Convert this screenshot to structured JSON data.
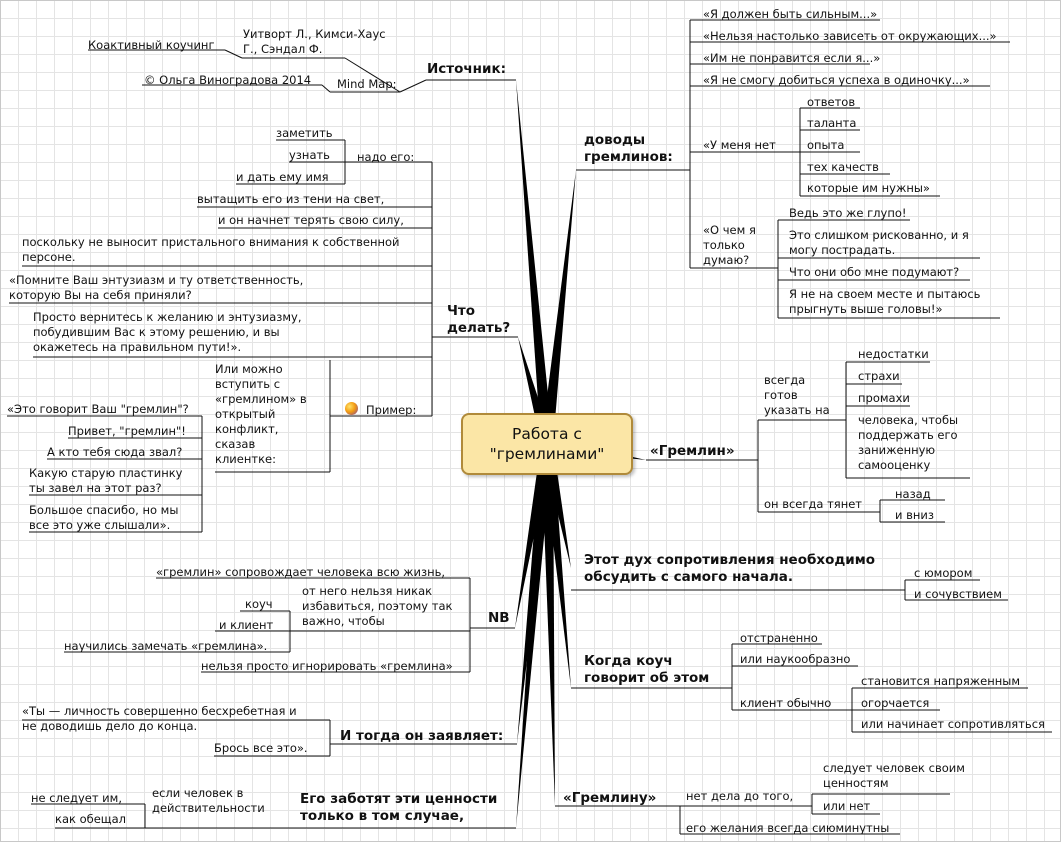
{
  "center": "Работа с\n\"гремлинами\"",
  "source": {
    "title": "Источник:",
    "mindmap_label": "Mind Map:",
    "authors": "Уитворт Л., Кимси-Хаус\nГ., Сэндал Ф.",
    "book": "Коактивный коучинг",
    "copyright": "© Ольга Виноградова 2014"
  },
  "what_to_do": {
    "title": "Что\nделать?",
    "must_label": "надо его:",
    "must_items": [
      "заметить",
      "узнать",
      "и дать ему имя"
    ],
    "steps": [
      "вытащить его из тени на свет,",
      "и он начнет терять свою силу,",
      "поскольку не выносит пристального внимания к собственной\nперсоне."
    ],
    "quote1": "«Помните Ваш энтузиазм и ту ответственность,\nкоторую Вы на себя приняли?",
    "quote2": "Просто вернитесь к желанию и энтузиазму,\nпобудившим Вас к этому решению, и вы\nокажетесь на правильном пути!».",
    "example_label": "Пример:",
    "example_text": "Или можно\nвступить с\n«гремлином» в\nоткрытый\nконфликт,\nсказав\nклиентке:",
    "dialog": [
      "«Это говорит Ваш \"гремлин\"?",
      "Привет, \"гремлин\"!",
      "А кто тебя сюда звал?",
      "Какую старую пластинку\nты завел на этот раз?",
      "Большое спасибо, но мы\nвсе это уже слышали»."
    ]
  },
  "arguments": {
    "title": "доводы\nгремлинов:",
    "items": [
      "«Я должен быть сильным...»",
      "«Нельзя настолько зависеть от окружающих...»",
      "«Им не понравится если я...»",
      "«Я не смогу добиться успеха в одиночку...»"
    ],
    "lack_label": "«У меня нет",
    "lack_items": [
      "ответов",
      "таланта",
      "опыта",
      "тех качеств",
      "которые им нужны»"
    ],
    "think_label": "«О чем я\nтолько\nдумаю?",
    "think_items": [
      "Ведь это же глупо!",
      "Это слишком рискованно, и я\nмогу пострадать.",
      "Что они обо мне подумают?",
      "Я не на своем месте и пытаюсь\nпрыгнуть выше головы!»"
    ]
  },
  "gremlin": {
    "title": "«Гремлин»",
    "ready_label": "всегда\nготов\nуказать на",
    "ready_items": [
      "недостатки",
      "страхи",
      "промахи",
      "человека, чтобы\nподдержать его\nзаниженную\nсамооценку"
    ],
    "pulls_label": "он всегда тянет",
    "pulls_items": [
      "назад",
      "и вниз"
    ]
  },
  "resistance": {
    "title": "Этот дух сопротивления необходимо\nобсудить с самого начала.",
    "items": [
      "с юмором",
      "и сочувствием"
    ]
  },
  "nb": {
    "title": "NB",
    "items": [
      "«гремлин» сопровождает человека всю жизнь,",
      "от него нельзя никак\nизбавиться, поэтому так\nважно, чтобы",
      "нельзя просто игнорировать «гремлина»"
    ],
    "who": [
      "коуч",
      "и клиент"
    ],
    "learned": "научились замечать «гремлина»."
  },
  "coach": {
    "title": "Когда коуч\nговорит об этом",
    "manner": [
      "отстраненно",
      "или наукообразно"
    ],
    "client_label": "клиент обычно",
    "client_items": [
      "становится напряженным",
      "огорчается",
      "или начинает сопротивляться"
    ]
  },
  "claims": {
    "title": "И тогда он заявляет:",
    "quote": "«Ты — личность совершенно бесхребетная и\nне доводишь дело до конца.",
    "quit": "Брось все это»."
  },
  "to_gremlin": {
    "title": "«Гремлину»",
    "no_matter": "нет дела до того,",
    "follows": "следует человек своим\nценностям",
    "or_not": "или нет",
    "desires": "его желания всегда сиюминутны"
  },
  "values": {
    "title": "Его заботят эти ценности\nтолько в том случае,",
    "if_label": "если человек в\nдействительности",
    "items": [
      "не следует им,",
      "как обещал"
    ]
  }
}
